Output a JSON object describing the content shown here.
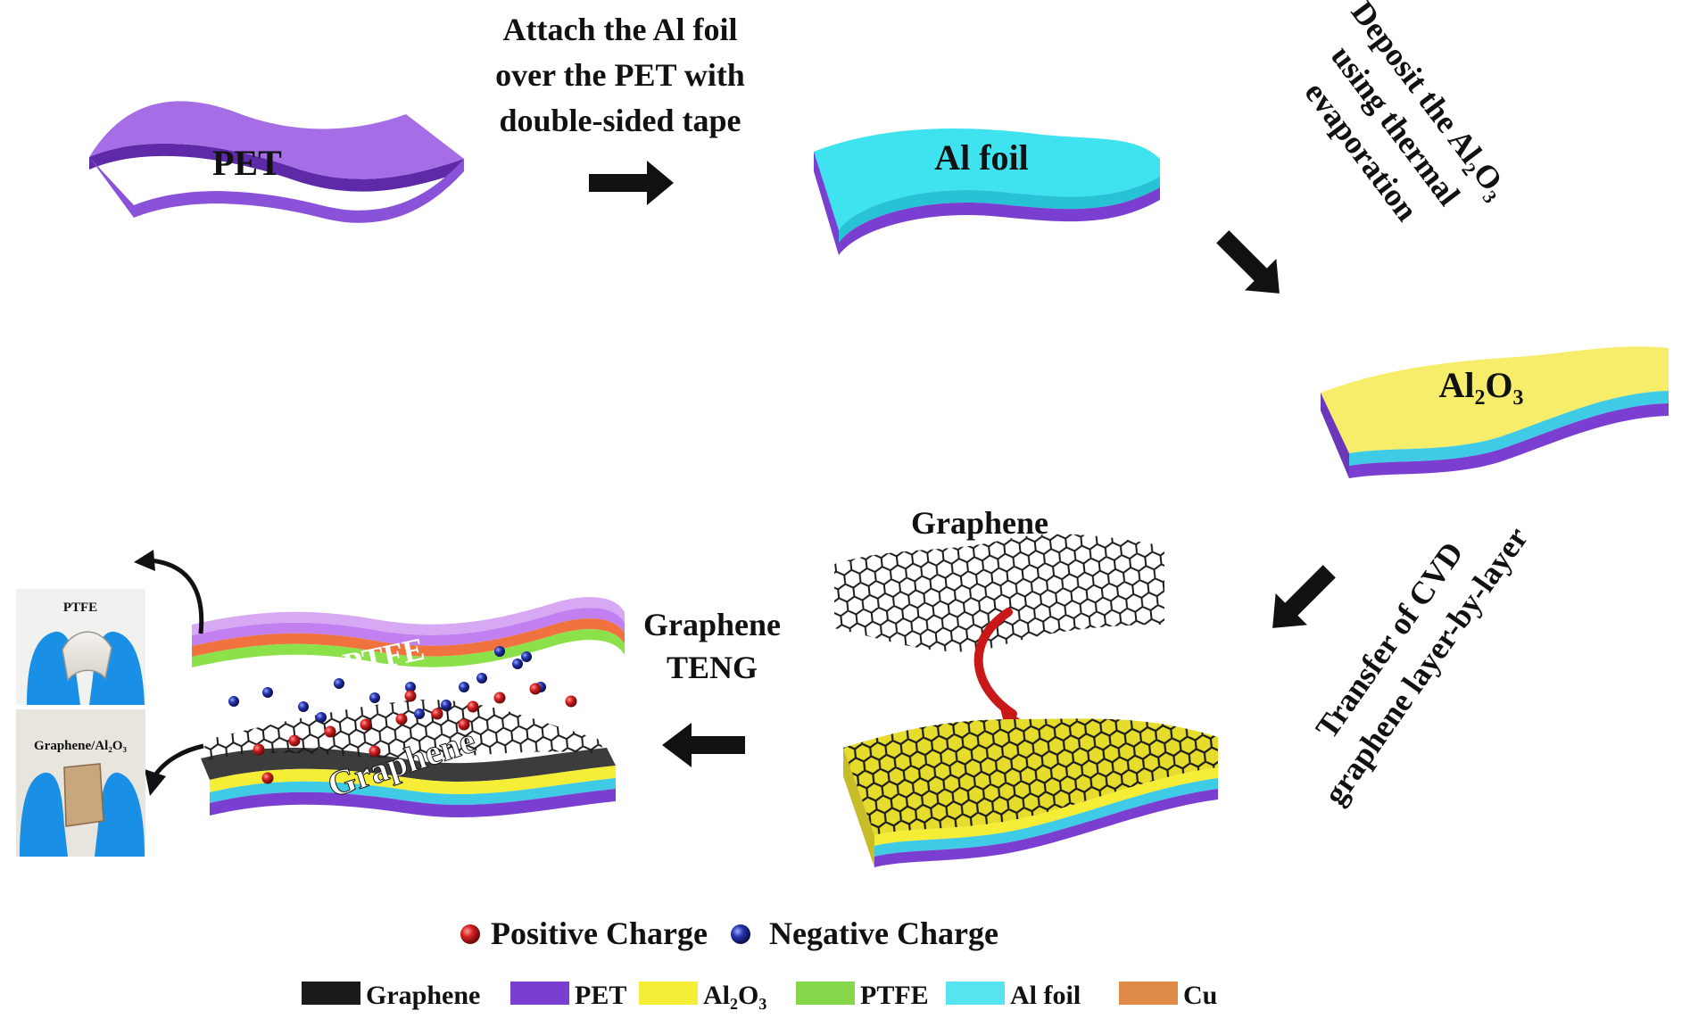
{
  "colors": {
    "pet": "#7a3fd0",
    "pet_top": "#a56de6",
    "al_foil": "#3fe3ef",
    "al2o3": "#f6ee6a",
    "al2o3_edge": "#e4d82a",
    "ptfe": "#8ce04a",
    "cu": "#f0723f",
    "ptfe_top": "#c27ff0",
    "graphene": "#1a1a1a",
    "positive": "#d42020",
    "negative": "#1c2a9a",
    "arrow": "#111111",
    "glove": "#1a8fe6"
  },
  "steps": {
    "pet": {
      "label": "PET"
    },
    "attach": {
      "lines": [
        "Attach the Al foil",
        "over the PET with",
        "double-sided tape"
      ]
    },
    "al_foil": {
      "label": "Al foil"
    },
    "deposit": {
      "lines": [
        "Deposit the Al₂O₃",
        "using thermal",
        "evaporation"
      ]
    },
    "al2o3": {
      "label": "Al₂O₃"
    },
    "transfer": {
      "lines": [
        "Transfer of CVD",
        "graphene layer-by-layer"
      ]
    },
    "graphene": {
      "label": "Graphene"
    },
    "teng": {
      "lines": [
        "Graphene",
        "TENG"
      ]
    },
    "device": {
      "ptfe_label": "PTFE",
      "graphene_label": "Graphene"
    }
  },
  "photos": {
    "top_label": "PTFE",
    "bottom_label": "Graphene/Al₂O₃"
  },
  "charge_legend": {
    "positive": "Positive Charge",
    "negative": "Negative Charge"
  },
  "material_legend": [
    {
      "name": "Graphene",
      "color": "#1a1a1a"
    },
    {
      "name": "PET",
      "color": "#7a3fd0"
    },
    {
      "name": "Al₂O₃",
      "color": "#f6ee36"
    },
    {
      "name": "PTFE",
      "color": "#86d84a"
    },
    {
      "name": "Al foil",
      "color": "#55e4f0"
    },
    {
      "name": "Cu",
      "color": "#e08a48"
    }
  ]
}
